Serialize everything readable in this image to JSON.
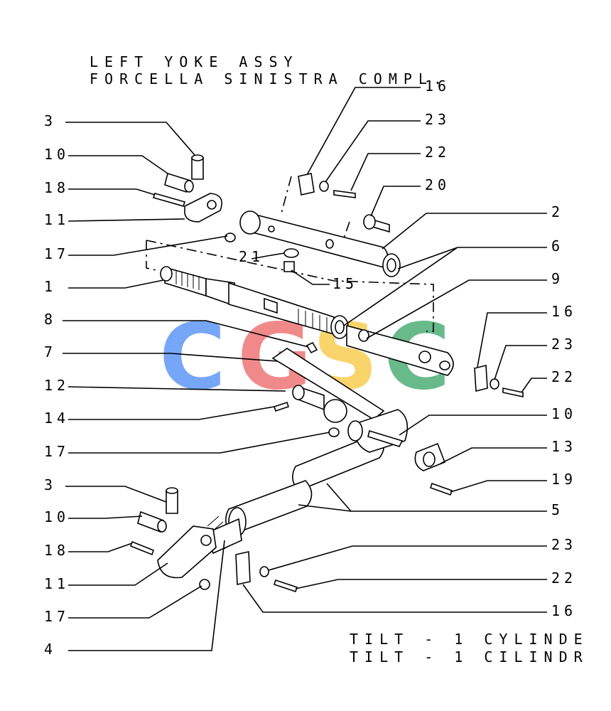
{
  "title": {
    "line1": "LEFT YOKE ASSY",
    "line2": "FORCELLA SINISTRA COMPL."
  },
  "footer": {
    "line1": "TILT - 1 CYLINDE",
    "line2": "TILT - 1 CILINDR"
  },
  "watermark": {
    "letters": [
      "C",
      "G",
      "S",
      "C"
    ],
    "colors": [
      "#4f8ef7",
      "#ec6a6a",
      "#f7c842",
      "#3ea76a"
    ]
  },
  "callouts": {
    "left": [
      "3",
      "10",
      "18",
      "11",
      "17",
      "1",
      "8",
      "7",
      "12",
      "14",
      "17",
      "3",
      "10",
      "18",
      "11",
      "17",
      "4"
    ],
    "right": [
      "16",
      "23",
      "22",
      "20",
      "2",
      "6",
      "9",
      "16",
      "23",
      "22",
      "10",
      "13",
      "19",
      "5",
      "23",
      "22",
      "16"
    ],
    "center": [
      "21",
      "15"
    ]
  }
}
